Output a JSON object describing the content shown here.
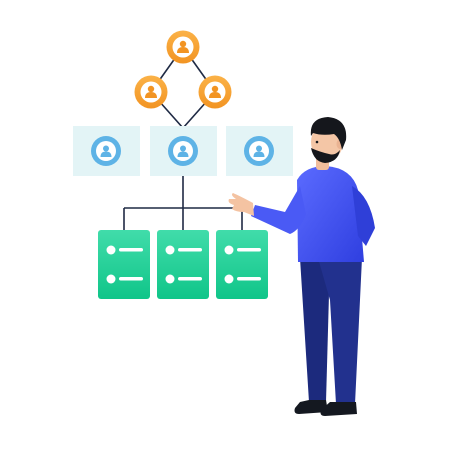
{
  "illustration": {
    "top_nodes": [
      {
        "icon": "user-icon"
      },
      {
        "icon": "user-icon"
      },
      {
        "icon": "user-icon"
      }
    ],
    "profile_cards": [
      {
        "icon": "user-icon"
      },
      {
        "icon": "user-icon"
      },
      {
        "icon": "user-icon"
      }
    ],
    "list_cards": [
      {
        "rows": 2
      },
      {
        "rows": 2
      },
      {
        "rows": 2
      }
    ],
    "person": {
      "pose": "presenting"
    }
  },
  "colors": {
    "node_orange": "#f7a533",
    "card_bg": "#e4f4f6",
    "card_icon": "#5fb6e6",
    "green_top": "#3ed9a6",
    "green_bottom": "#17c98e",
    "line": "#1f2a44",
    "shirt": "#3b4df0",
    "shirt_light": "#5d6cf6",
    "pants": "#1f2e86",
    "skin": "#f4c6a6",
    "hair": "#15171c"
  }
}
